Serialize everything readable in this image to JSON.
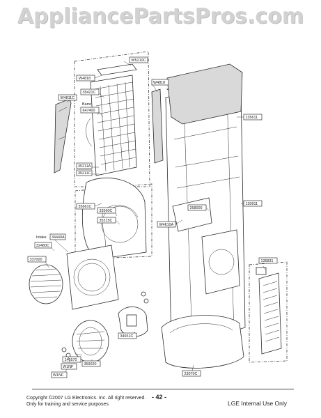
{
  "watermark": "AppliancePartsPros.com",
  "footer": {
    "copyright": "Copyright ©2007 LG Electronics. Inc. All right reserved.",
    "training": "Only for training and service purposes",
    "page": "- 42 -",
    "internal": "LGE Internal Use Only"
  },
  "part_labels": [
    "W5210C",
    "W4818",
    "W4818",
    "W4811C",
    "35421C",
    "Barrel",
    "647400",
    "35211A",
    "35211C",
    "135611",
    "W4810A",
    "268000",
    "130911",
    "35661C",
    "33560C",
    "35215C",
    "Intake",
    "34440A",
    "32480C",
    "337000",
    "135831",
    "146570",
    "34651C",
    "359020",
    "W1NF",
    "W1NF",
    "23070C"
  ],
  "colors": {
    "line": "#2a2a2a",
    "watermark": "#d2d2d2"
  }
}
